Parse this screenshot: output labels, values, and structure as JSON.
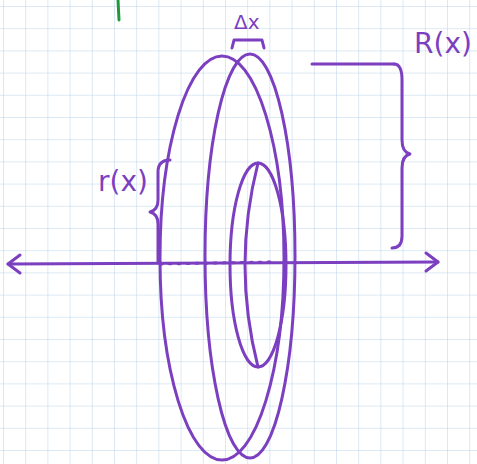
{
  "diagram": {
    "labels": [
      "Δx",
      "R(x)",
      "r(x)"
    ]
  }
}
